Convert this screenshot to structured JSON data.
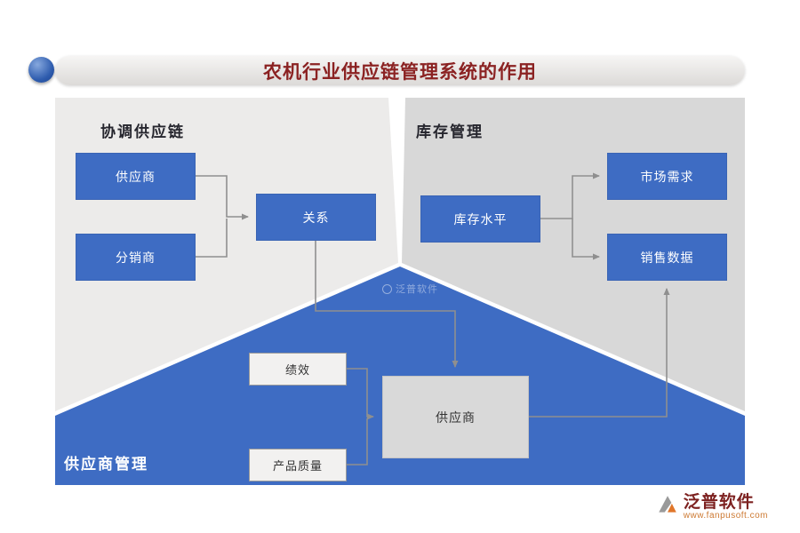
{
  "title_bar": {
    "title": "农机行业供应链管理系统的作用"
  },
  "sections": {
    "coordination": {
      "title": "协调供应链",
      "nodes": {
        "supplier": "供应商",
        "distributor": "分销商",
        "relationship": "关系"
      }
    },
    "inventory": {
      "title": "库存管理",
      "nodes": {
        "inventory_level": "库存水平",
        "market_demand": "市场需求",
        "sales_data": "销售数据"
      }
    },
    "supplier_management": {
      "title": "供应商管理",
      "nodes": {
        "performance": "绩效",
        "product_quality": "产品质量",
        "supplier": "供应商"
      }
    }
  },
  "watermark": {
    "text": "泛普软件"
  },
  "footer": {
    "brand": "泛普软件",
    "url": "www.fanpusoft.com"
  },
  "colors": {
    "accent_blue": "#3e6cc3",
    "panel_left_gray": "#ecebea",
    "panel_right_gray": "#d8d8d8",
    "node_gray": "#d9d9d9",
    "node_light": "#f2f1f0",
    "title_red": "#8b2222",
    "arrow_gray": "#8f8f8f",
    "brand_red": "#7d2120",
    "url_orange": "#cd7a33"
  }
}
